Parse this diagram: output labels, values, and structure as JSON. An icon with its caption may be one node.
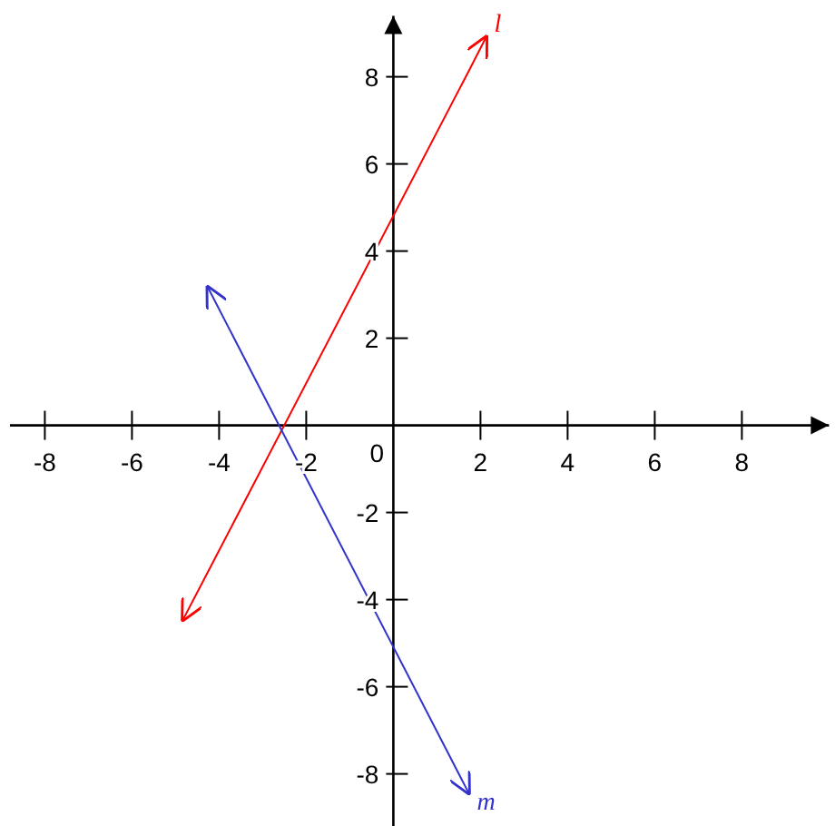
{
  "diagram": {
    "labels": [
      "0"
    ],
    "chart_data": {
      "type": "line",
      "x": [
        -4.85,
        -4.28,
        1.75,
        2.15
      ],
      "series": [
        {
          "name": "l",
          "color": "#ff0000",
          "values": [
            -4.5,
            -3.41,
            8.17,
            8.95
          ]
        },
        {
          "name": "m",
          "color": "#3333cc",
          "values": [
            null,
            3.21,
            -8.48,
            null
          ]
        }
      ],
      "xlim": [
        -8.8,
        10
      ],
      "ylim": [
        -9.2,
        9.4
      ],
      "xticks": [
        -8,
        -6,
        -4,
        -2,
        2,
        4,
        6,
        8
      ],
      "yticks": [
        -8,
        -6,
        -4,
        -2,
        2,
        4,
        6,
        8
      ]
    }
  }
}
